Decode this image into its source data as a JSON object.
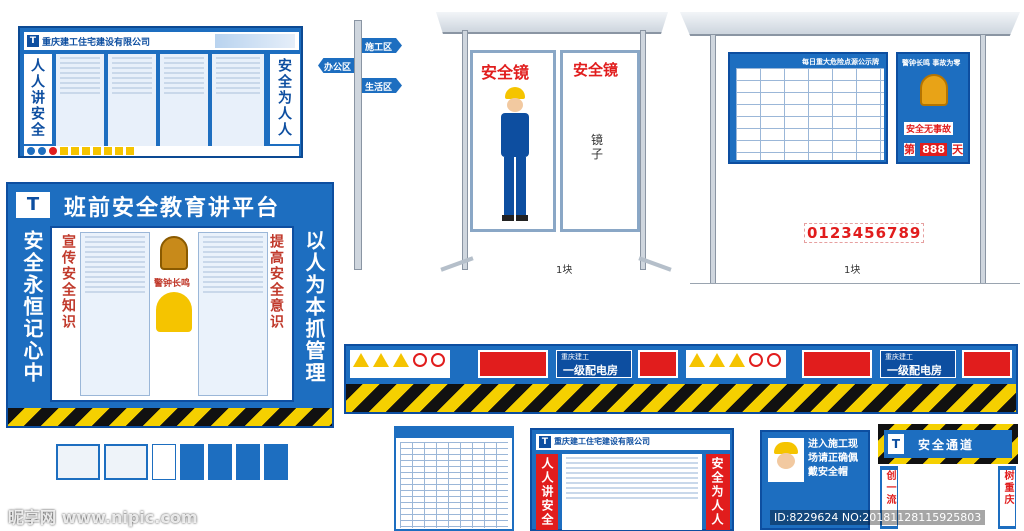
{
  "top_left_board": {
    "company": "重庆建工住宅建设有限公司",
    "left_slogan": "人人讲安全",
    "right_slogan": "安全为人人"
  },
  "direction_sign": {
    "sign1": "施工区",
    "sign2": "办公区",
    "sign3": "生活区"
  },
  "mirror_board": {
    "left_title": "安全镜",
    "right_title": "安全镜",
    "mirror_label": "镜子",
    "count_label": "1块"
  },
  "hazard_board": {
    "title": "每日重大危险点源公示牌",
    "bell_title": "警钟长鸣 事故为零",
    "safe_label": "安全无事故",
    "day_prefix": "第",
    "day_count": "888",
    "day_suffix": "天",
    "digits": "0123456789",
    "count_label": "1块"
  },
  "education_board": {
    "title": "班前安全教育讲平台",
    "left_slogan": "安全永恒记心中",
    "right_slogan": "以人为本抓管理",
    "inner_left": "宣传安全知识",
    "inner_right": "提高安全意识",
    "bell_text": "警钟长鸣"
  },
  "power_room": {
    "label1": "一级配电房",
    "label2": "一级配电房",
    "company": "重庆建工"
  },
  "bottom_board": {
    "company": "重庆建工住宅建设有限公司",
    "left_slogan": "人人讲安全",
    "right_slogan": "安全为人人"
  },
  "entry_board": {
    "text": "进入施工现场请正确佩戴安全帽"
  },
  "gate": {
    "title": "安全通道",
    "left": "创一流",
    "right": "树重庆"
  },
  "watermark": {
    "left": "昵享网 www.nipic.com",
    "right": "ID:8229624 NO:20181128115925803"
  },
  "colors": {
    "primary_blue": "#1a6fc2",
    "dark_blue": "#0d4ea0",
    "hazard_yellow": "#f5d000",
    "red": "#e11d1d"
  }
}
